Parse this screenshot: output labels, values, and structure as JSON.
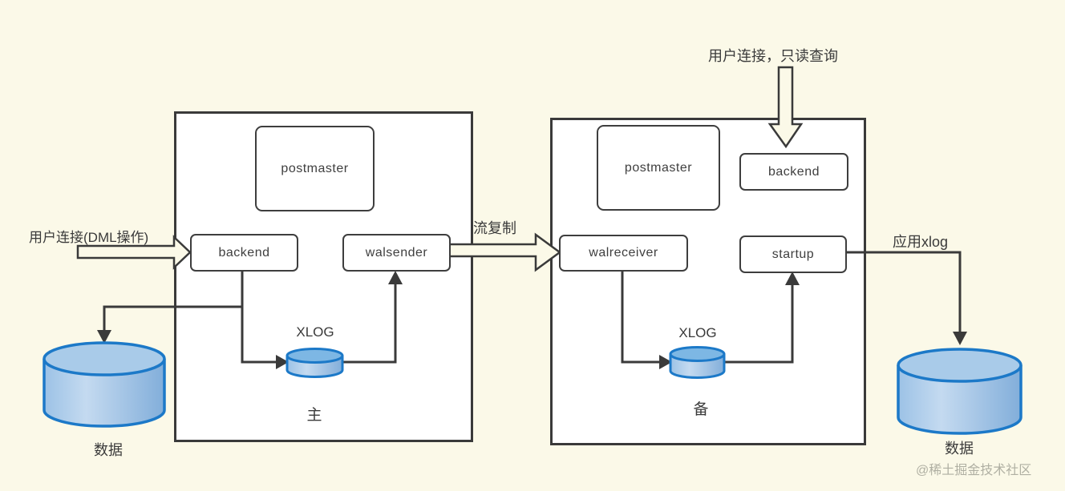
{
  "diagram": {
    "primary": {
      "title": "主",
      "postmaster_label": "postmaster",
      "backend_label": "backend",
      "walsender_label": "walsender",
      "xlog_label": "XLOG",
      "data_label": "数据"
    },
    "standby": {
      "title": "备",
      "postmaster_label": "postmaster",
      "backend_label": "backend",
      "walreceiver_label": "walreceiver",
      "startup_label": "startup",
      "xlog_label": "XLOG",
      "data_label": "数据"
    },
    "annotations": {
      "dml_connection": "用户连接(DML操作)",
      "readonly_connection": "用户连接，只读查询",
      "stream_replication": "流复制",
      "apply_xlog": "应用xlog"
    },
    "watermark": "@稀土掘金技术社区",
    "colors": {
      "background": "#fbf9e8",
      "box_stroke": "#3a3a3a",
      "cylinder_stroke": "#1c79c8",
      "cylinder_body_light": "#c4daf0",
      "cylinder_body_dark": "#82aeda",
      "cylinder_top": "#a9cbe9"
    }
  }
}
